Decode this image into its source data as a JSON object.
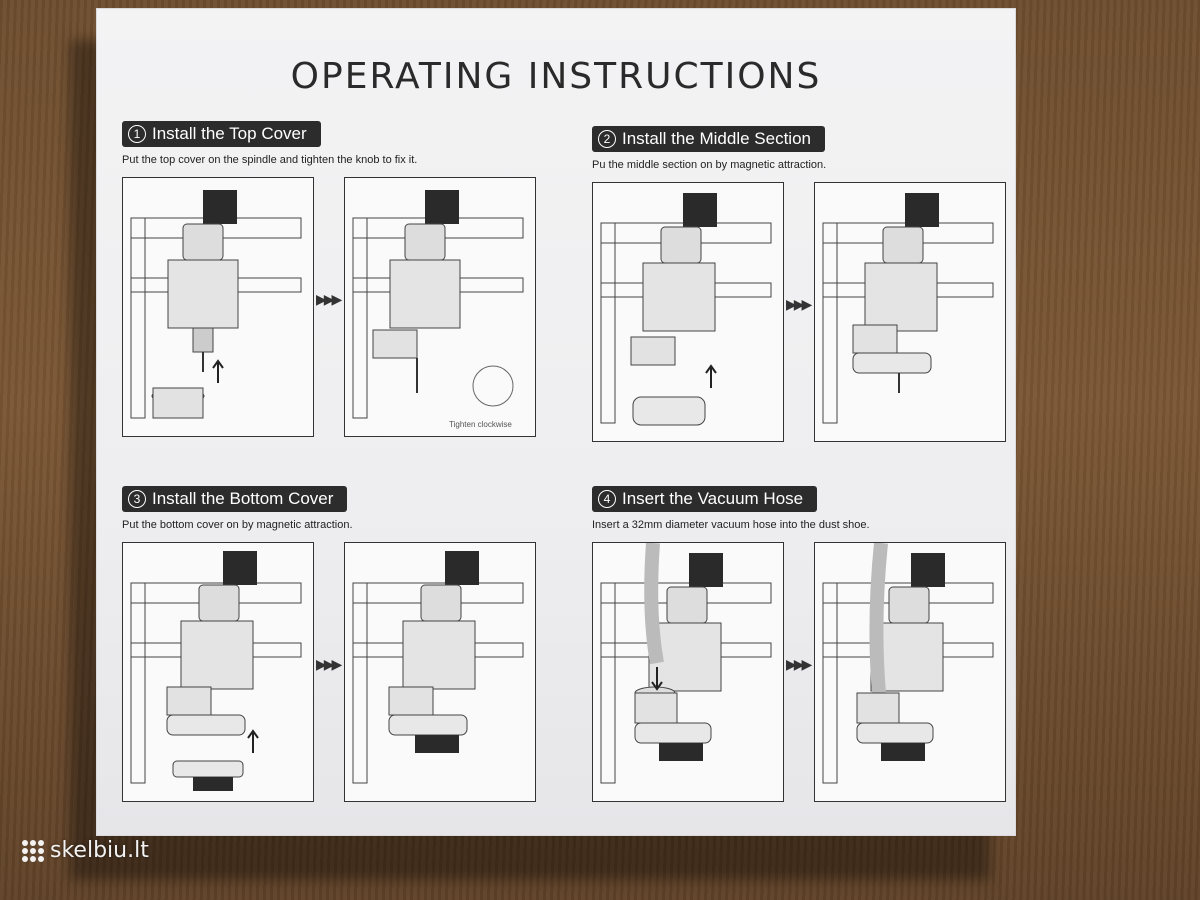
{
  "box": {
    "title": "OPERATING INSTRUCTIONS"
  },
  "sections": [
    {
      "number": "1",
      "heading": "Install the Top Cover",
      "description": "Put the top cover on the spindle and tighten the knob to fix it.",
      "caption": "Tighten clockwise"
    },
    {
      "number": "2",
      "heading": "Install the Middle Section",
      "description": "Pu the middle section on by magnetic attraction."
    },
    {
      "number": "3",
      "heading": "Install the Bottom Cover",
      "description": "Put the bottom cover on by magnetic attraction."
    },
    {
      "number": "4",
      "heading": "Insert the Vacuum Hose",
      "description": "Insert a 32mm diameter vacuum hose into the dust shoe."
    }
  ],
  "watermark": {
    "text": "skelbiu.lt"
  },
  "colors": {
    "header_bg": "#2c2c2c",
    "box_bg": "#f0f0f2",
    "background": "#6b4a2c"
  }
}
